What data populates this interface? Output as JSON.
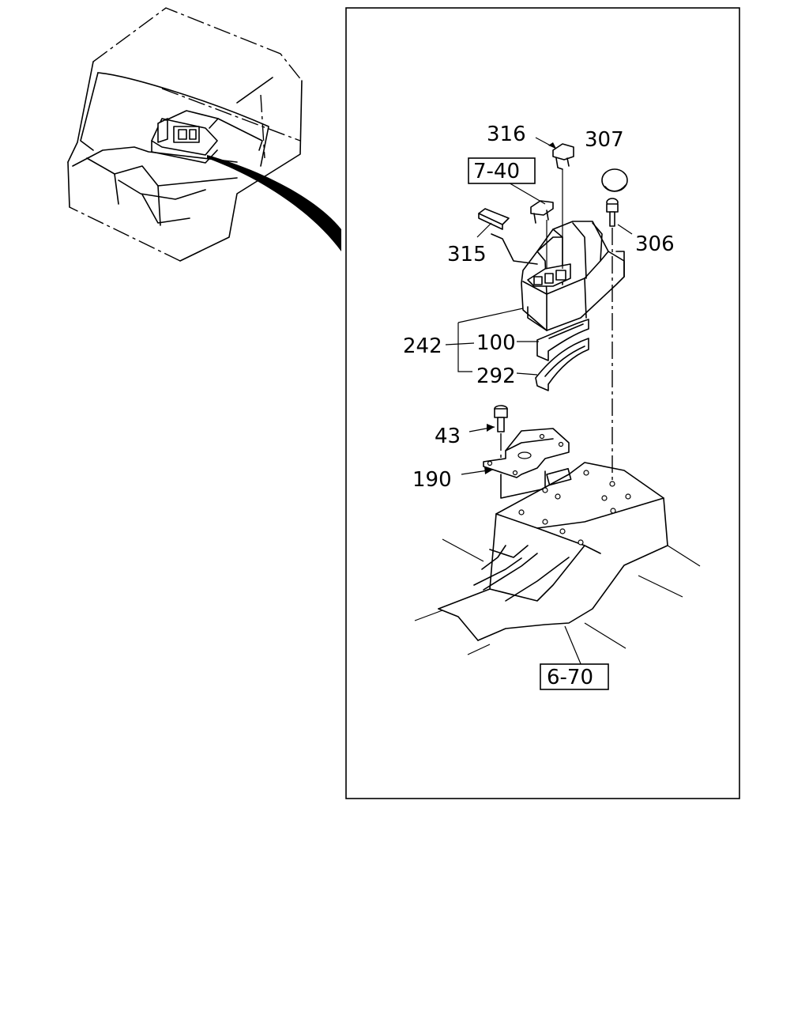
{
  "callouts": {
    "c316": "316",
    "c307": "307",
    "c306": "306",
    "c315": "315",
    "c242": "242",
    "c100": "100",
    "c292": "292",
    "c43": "43",
    "c190": "190"
  },
  "references": {
    "r740": "7-40",
    "r670": "6-70"
  }
}
